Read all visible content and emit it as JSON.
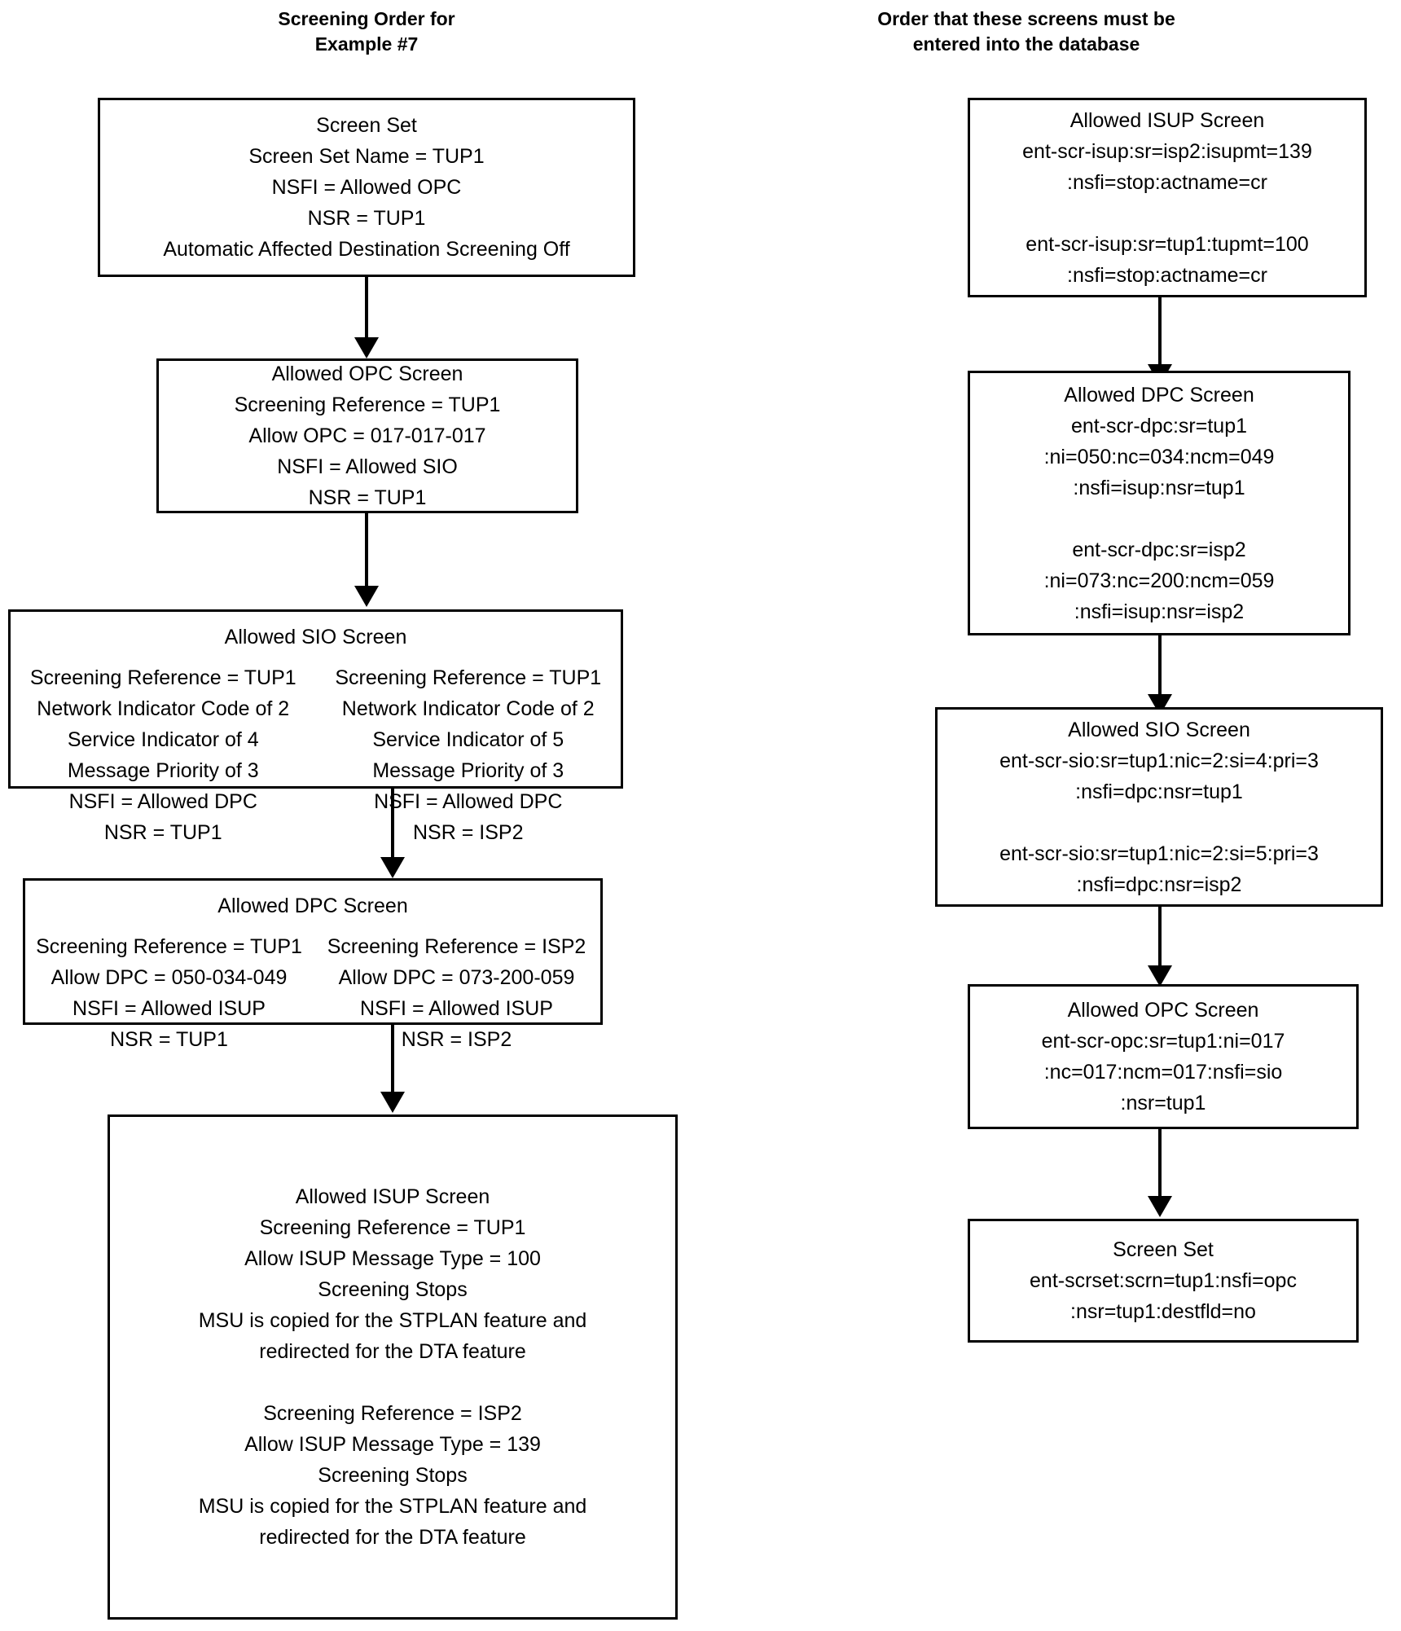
{
  "headers": {
    "left": "Screening Order for\nExample #7",
    "right": "Order that these screens must be\nentered into the database"
  },
  "left_column": {
    "boxes": [
      {
        "name": "screen-set",
        "heading": "Screen Set",
        "lines": "Screen Set\nScreen Set Name = TUP1\nNSFI = Allowed OPC\nNSR = TUP1\nAutomatic Affected Destination Screening Off"
      },
      {
        "name": "allowed-opc-screen",
        "heading": "Allowed OPC Screen",
        "lines": "Allowed OPC Screen\nScreening Reference = TUP1\nAllow OPC = 017-017-017\nNSFI = Allowed SIO\nNSR = TUP1"
      },
      {
        "name": "allowed-sio-screen",
        "heading": "Allowed SIO Screen",
        "col_left": "Screening Reference = TUP1\nNetwork Indicator Code of  2\nService Indicator of 4\nMessage Priority of 3\nNSFI = Allowed DPC\nNSR = TUP1",
        "col_right": "Screening Reference = TUP1\nNetwork Indicator Code of  2\nService Indicator of 5\nMessage Priority of 3\nNSFI = Allowed DPC\nNSR = ISP2"
      },
      {
        "name": "allowed-dpc-screen",
        "heading": "Allowed DPC Screen",
        "col_left": "Screening Reference = TUP1\nAllow DPC = 050-034-049\nNSFI = Allowed ISUP\nNSR = TUP1",
        "col_right": "Screening Reference = ISP2\nAllow DPC = 073-200-059\nNSFI = Allowed ISUP\nNSR = ISP2"
      },
      {
        "name": "allowed-isup-screen",
        "heading": "Allowed ISUP Screen",
        "lines": "Allowed ISUP Screen\nScreening Reference = TUP1\nAllow ISUP Message Type = 100\nScreening Stops\nMSU is copied for the STPLAN feature and\nredirected for the DTA feature\n\nScreening Reference = ISP2\nAllow ISUP Message Type = 139\nScreening Stops\nMSU is copied for the STPLAN feature and\nredirected for the DTA feature"
      }
    ]
  },
  "right_column": {
    "boxes": [
      {
        "name": "allowed-isup-screen-cmd",
        "lines": "Allowed ISUP Screen\nent-scr-isup:sr=isp2:isupmt=139\n:nsfi=stop:actname=cr\n\nent-scr-isup:sr=tup1:tupmt=100\n:nsfi=stop:actname=cr"
      },
      {
        "name": "allowed-dpc-screen-cmd",
        "lines": "Allowed DPC Screen\nent-scr-dpc:sr=tup1\n:ni=050:nc=034:ncm=049\n:nsfi=isup:nsr=tup1\n\nent-scr-dpc:sr=isp2\n:ni=073:nc=200:ncm=059\n:nsfi=isup:nsr=isp2"
      },
      {
        "name": "allowed-sio-screen-cmd",
        "lines": "Allowed SIO Screen\nent-scr-sio:sr=tup1:nic=2:si=4:pri=3\n:nsfi=dpc:nsr=tup1\n\nent-scr-sio:sr=tup1:nic=2:si=5:pri=3\n:nsfi=dpc:nsr=isp2"
      },
      {
        "name": "allowed-opc-screen-cmd",
        "lines": "Allowed OPC Screen\nent-scr-opc:sr=tup1:ni=017\n:nc=017:ncm=017:nsfi=sio\n:nsr=tup1"
      },
      {
        "name": "screen-set-cmd",
        "lines": "Screen Set\nent-scrset:scrn=tup1:nsfi=opc\n:nsr=tup1:destfld=no"
      }
    ]
  },
  "colors": {
    "ink": "#000000",
    "paper": "#ffffff"
  }
}
